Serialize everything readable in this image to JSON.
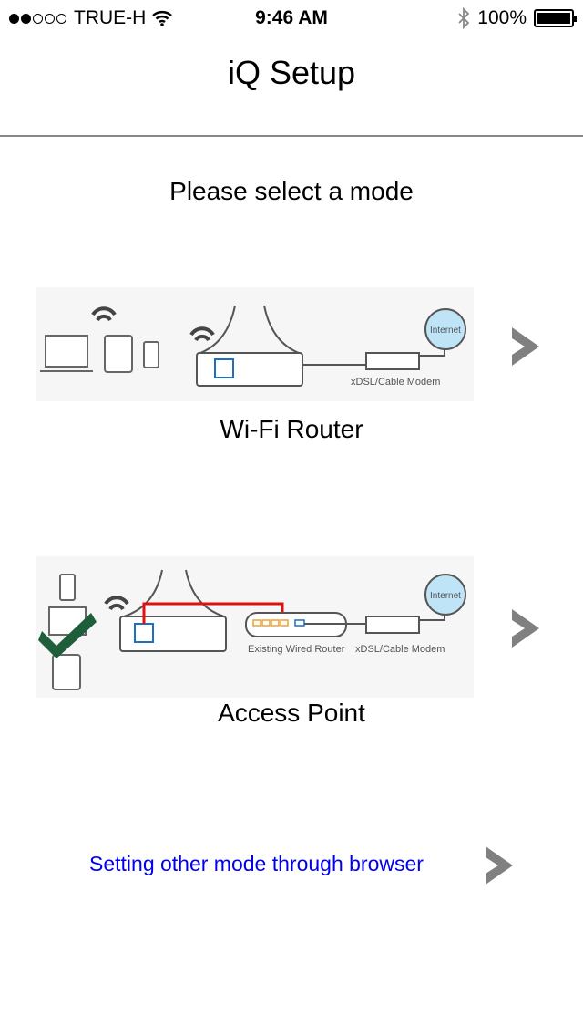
{
  "status_bar": {
    "carrier": "TRUE-H",
    "time": "9:46 AM",
    "battery": "100%",
    "signal_bars_filled": 2,
    "signal_bars_total": 5
  },
  "nav": {
    "title": "iQ Setup"
  },
  "prompt": "Please select a mode",
  "modes": [
    {
      "label": "Wi-Fi Router",
      "diagram": {
        "internet": "Internet",
        "modem": "xDSL/Cable Modem"
      }
    },
    {
      "label": "Access Point",
      "diagram": {
        "internet": "Internet",
        "modem": "xDSL/Cable Modem",
        "router": "Existing Wired Router"
      }
    }
  ],
  "browser_link": "Setting other mode through browser",
  "colors": {
    "link": "#0000ee",
    "chevron": "#808080",
    "lan_port": "#1f6fc0",
    "cable": "#e01010",
    "check": "#1e5e3a"
  }
}
